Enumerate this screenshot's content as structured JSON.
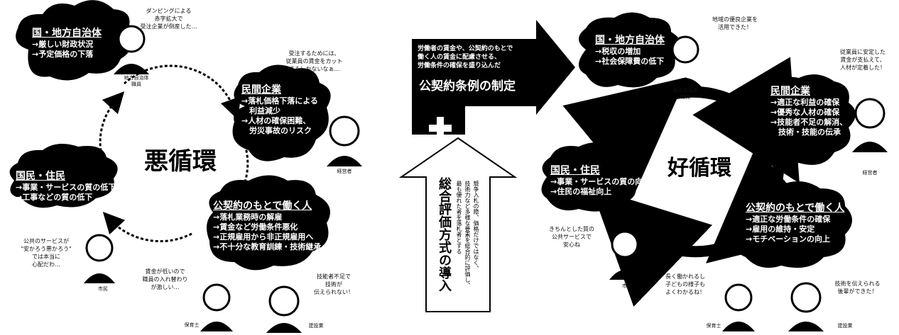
{
  "left": {
    "center_label": "悪循環",
    "gov": {
      "title": "国・地方自治体",
      "items": [
        "→厳しい財政状況",
        "→予定価格の下落"
      ]
    },
    "company": {
      "title": "民間企業",
      "items": [
        "→落札価格下落による",
        "　利益減少",
        "→人材の確保困難、",
        "　労災事故のリスク"
      ]
    },
    "workers": {
      "title": "公契約のもとで働く人",
      "items": [
        "→落札業務時の解雇",
        "→賃金など労働条件悪化",
        "→正規雇用から非正規雇用へ",
        "→不十分な教育訓練・技術継承"
      ]
    },
    "citizens": {
      "title": "国民・住民",
      "items": [
        "→事業・サービスの質の低下",
        "→工事などの質の低下"
      ]
    },
    "bubbles": {
      "official": "ダンピングによる\n赤字拡大で\n受注企業が倒産した…",
      "manager": "受注するためには、\n従業員の賃金をカット\nするしかないなぁ…",
      "citizen": "公共のサービスが\n\"安かろう悪かろう\"\nでは本当に\n心配だわ…",
      "nurse": "賃金が低いので\n職員の入れ替わり\nが激しい…",
      "builder": "技能者不足で\n技術が\n伝えられない！"
    },
    "captions": {
      "official": "地方自治体\n職員",
      "manager": "経営者",
      "citizen": "市民",
      "nurse": "保育士",
      "builder": "建設業"
    }
  },
  "middle": {
    "arrow_text": "労働者の賃金や、公契約のもとで\n働く人の賃金に配慮させる、\n労働条件の確保を盛り込んだ",
    "ordinance": "公契約条例の制定",
    "plus": "十",
    "vertical_title": "総合評価方式の導入",
    "vertical_desc": "競争入札の際、価格だけではなく、\n技術力など多様な要素を総合的に評価し、\n最も優れた者を落札者とする"
  },
  "right": {
    "center_label": "好循環",
    "gov": {
      "title": "国・地方自治体",
      "items": [
        "→税収の増加",
        "→社会保障費の低下"
      ]
    },
    "company": {
      "title": "民間企業",
      "items": [
        "→適正な利益の確保",
        "→優秀な人材の確保",
        "→技能者不足の解消、",
        "　技術・技能の伝承"
      ]
    },
    "workers": {
      "title": "公契約のもとで働く人",
      "items": [
        "→適正な労働条件の確保",
        "→雇用の維持・安定",
        "→モチベーションの向上"
      ]
    },
    "citizens": {
      "title": "国民・住民",
      "items": [
        "→事業・サービスの質の向上",
        "→住民の福祉向上"
      ]
    },
    "bubbles": {
      "official": "地域の優良企業を\n活用できた！",
      "manager": "従業員に安定した\n賃金が支払えて、\n人材が定着した！",
      "citizen": "きちんとした質の\n公共サービスで\n安心ね",
      "nurse": "長く働かれるし\n子どもの様子も\nよくわかるね！",
      "builder": "技術を伝えられる\n後輩ができた！"
    },
    "captions": {
      "official": "地方自治体\n職員",
      "manager": "経営者",
      "citizen": "市民",
      "nurse": "保育士",
      "builder": "建設業"
    }
  }
}
